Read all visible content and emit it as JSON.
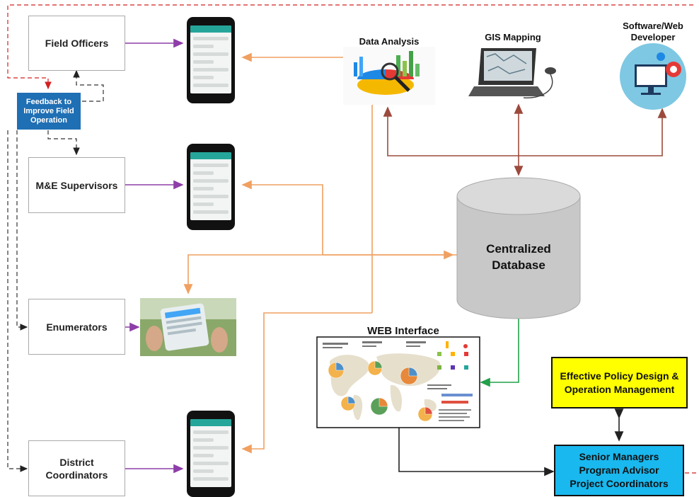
{
  "roles": {
    "field_officers": "Field Officers",
    "me_supervisors": "M&E Supervisors",
    "enumerators": "Enumerators",
    "district_coordinators_line1": "District",
    "district_coordinators_line2": "Coordinators"
  },
  "feedback": {
    "line1": "Feedback to",
    "line2": "Improve Field",
    "line3": "Operation"
  },
  "tools": {
    "data_analysis": "Data Analysis",
    "gis_mapping": "GIS Mapping",
    "developer_line1": "Software/Web",
    "developer_line2": "Developer"
  },
  "database": {
    "line1": "Centralized",
    "line2": "Database"
  },
  "web": {
    "title": "WEB Interface"
  },
  "policy": {
    "line1": "Effective Policy Design &",
    "line2": "Operation Management"
  },
  "managers": {
    "line1": "Senior Managers",
    "line2": "Program Advisor",
    "line3": "Project Coordinators"
  },
  "colors": {
    "purple_arrow": "#8e3ea8",
    "orange_arrow": "#f0a060",
    "brown_arrow": "#9c4a3c",
    "green_arrow": "#22a04a",
    "red_dashed": "#d42020",
    "feedback_blue": "#1f6fb4",
    "policy_yellow": "#ffff00",
    "managers_blue": "#19b8ee",
    "database_gray": "#c8c8c8"
  }
}
